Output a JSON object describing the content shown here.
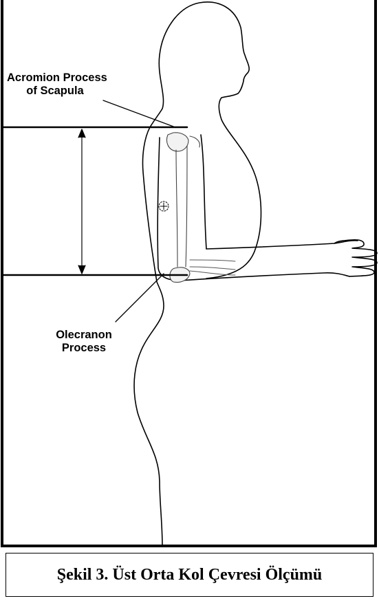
{
  "figure": {
    "labels": {
      "acromion_line1": "Acromion Process",
      "acromion_line2": "of Scapula",
      "olecranon_line1": "Olecranon",
      "olecranon_line2": "Process"
    }
  },
  "caption": {
    "text": "Şekil 3. Üst Orta Kol Çevresi Ölçümü"
  }
}
